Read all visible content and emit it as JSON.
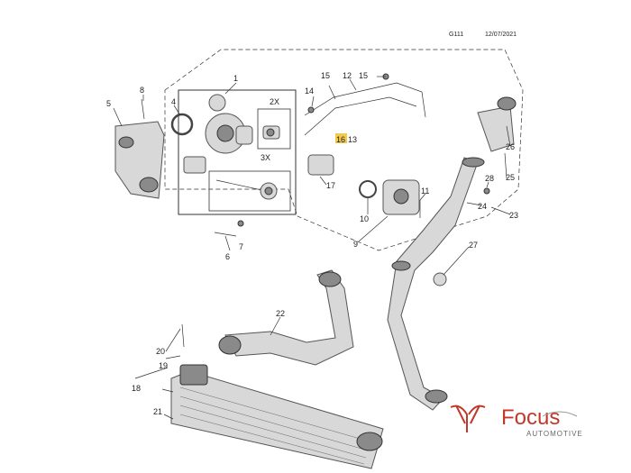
{
  "header": {
    "code": "G111",
    "date": "12/07/2021"
  },
  "brand": {
    "name": "Focus",
    "sub": "AUTOMOTIVE"
  },
  "labels": {
    "l1": "1",
    "l2x": "2X",
    "l3x": "3X",
    "l4": "4",
    "l5": "5",
    "l6": "6",
    "l7": "7",
    "l8": "8",
    "l9": "9",
    "l10": "10",
    "l11": "11",
    "l12": "12",
    "l13": "13",
    "l14": "14",
    "l15a": "15",
    "l15b": "15",
    "l16": "16",
    "l17": "17",
    "l18": "18",
    "l19": "19",
    "l20": "20",
    "l21": "21",
    "l22": "22",
    "l23": "23",
    "l24": "24",
    "l25": "25",
    "l26": "26",
    "l27": "27",
    "l28": "28"
  },
  "colors": {
    "highlight": "#f2c94c",
    "brand": "#c0392b"
  }
}
